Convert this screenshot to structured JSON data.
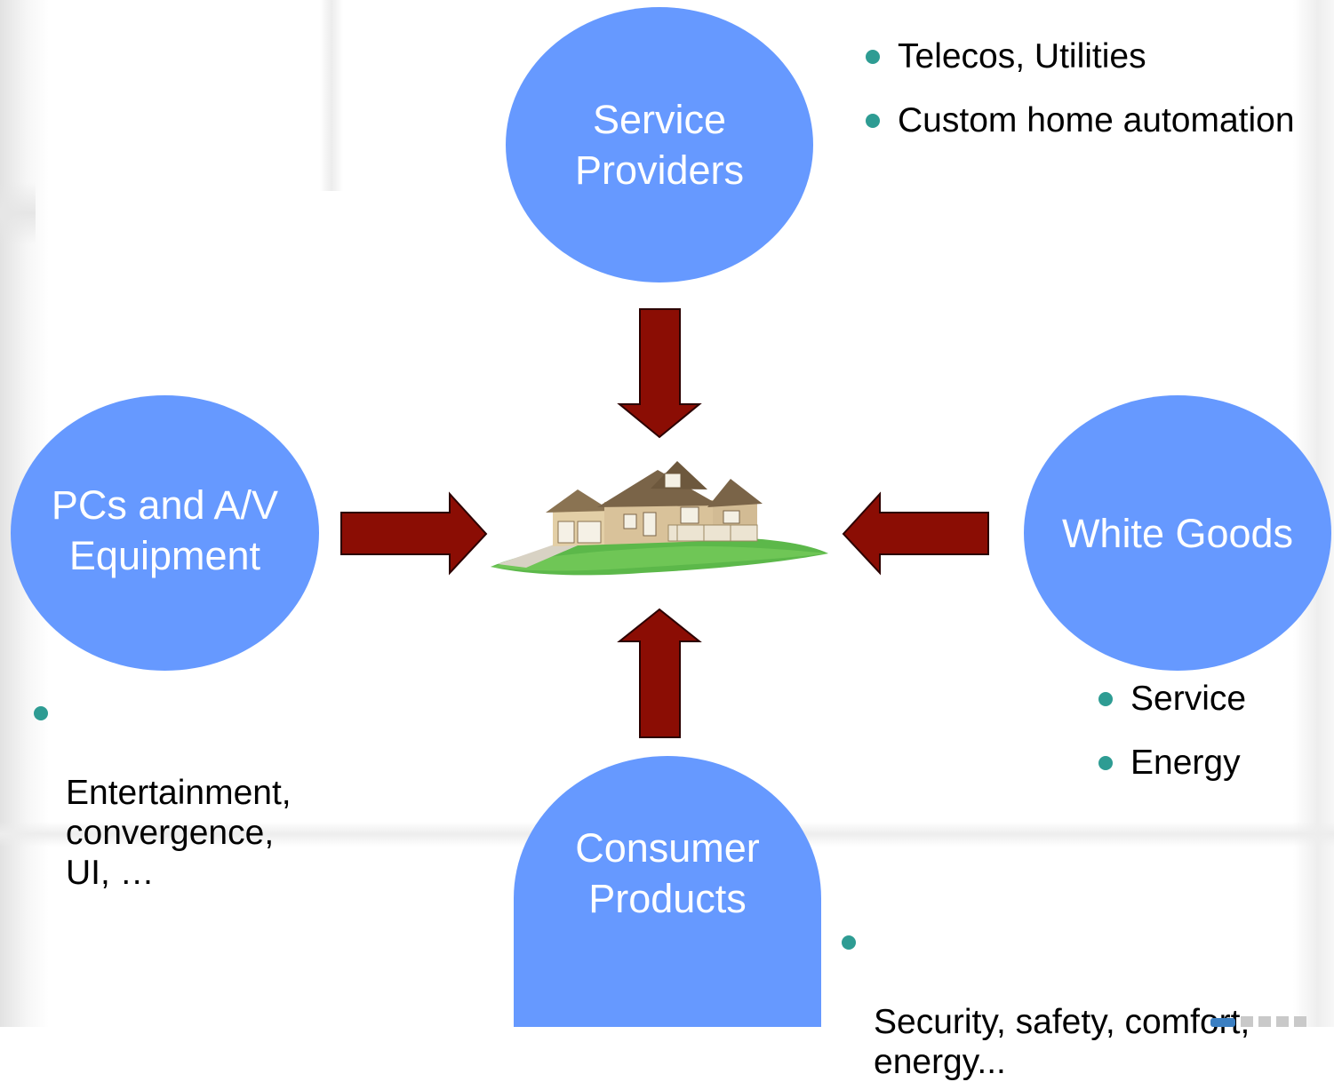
{
  "nodes": {
    "service_providers": {
      "label": "Service\nProviders"
    },
    "pcs_av": {
      "label": "PCs and A/V\nEquipment"
    },
    "white_goods": {
      "label": "White Goods"
    },
    "consumer_products": {
      "label": "Consumer\nProducts"
    }
  },
  "bullets": {
    "service_providers": [
      "Telecos, Utilities",
      "Custom home automation"
    ],
    "pcs_av": [
      "Entertainment,\nconvergence,\nUI, …"
    ],
    "white_goods": [
      "Service",
      "Energy"
    ],
    "consumer_products": [
      "Security, safety, comfort,\nenergy..."
    ]
  },
  "colors": {
    "circle": "#6699ff",
    "arrow": "#8b0d04",
    "bullet": "#2e9c93"
  },
  "icons": {
    "center": "house-icon",
    "arrows": "arrow-icon"
  }
}
